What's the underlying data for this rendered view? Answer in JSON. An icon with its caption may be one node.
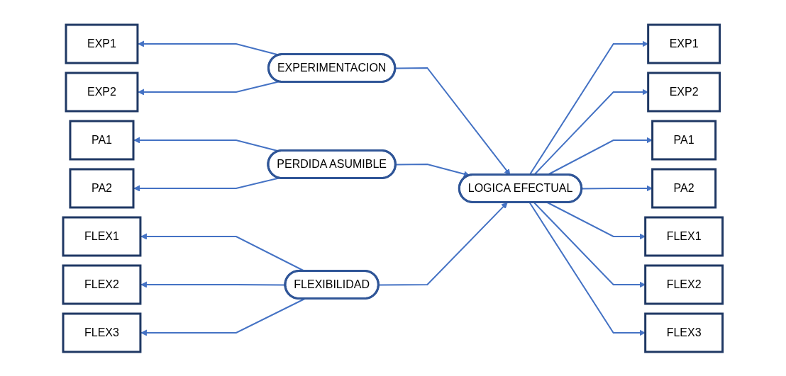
{
  "diagram": {
    "nodes": [
      {
        "text": [
          "EXP1"
        ]
      },
      {
        "text": [
          "EXP2"
        ]
      },
      {
        "text": [
          "EXPERIMENTACION"
        ]
      },
      {
        "text": [
          "PA1"
        ]
      },
      {
        "text": [
          "PA2"
        ]
      },
      {
        "text": [
          "PERDIDA ASUMIBLE"
        ]
      },
      {
        "text": [
          "FLEX1"
        ]
      },
      {
        "text": [
          "FLEX2"
        ]
      },
      {
        "text": [
          "FLEX3"
        ]
      },
      {
        "text": [
          "FLEXIBILIDAD"
        ]
      },
      {
        "text": [
          "LOGICA EFECTUAL"
        ]
      },
      {
        "text": [
          "EXP1"
        ]
      },
      {
        "text": [
          "EXP2"
        ]
      },
      {
        "text": [
          "PA1"
        ]
      },
      {
        "text": [
          "PA2"
        ]
      },
      {
        "text": [
          "FLEX1"
        ]
      },
      {
        "text": [
          "FLEX2"
        ]
      },
      {
        "text": [
          "FLEX3"
        ]
      }
    ],
    "edges": [
      {
        "from": 2,
        "to": 0,
        "arrow": "to"
      },
      {
        "from": 2,
        "to": 1,
        "arrow": "to"
      },
      {
        "from": 5,
        "to": 3,
        "arrow": "to"
      },
      {
        "from": 5,
        "to": 4,
        "arrow": "to"
      },
      {
        "from": 9,
        "to": 6,
        "arrow": "to"
      },
      {
        "from": 9,
        "to": 7,
        "arrow": "to"
      },
      {
        "from": 9,
        "to": 8,
        "arrow": "to"
      },
      {
        "from": 2,
        "to": 10,
        "arrow": "to"
      },
      {
        "from": 5,
        "to": 10,
        "arrow": "to"
      },
      {
        "from": 9,
        "to": 10,
        "arrow": "to"
      },
      {
        "from": 10,
        "to": 11,
        "arrow": "to"
      },
      {
        "from": 10,
        "to": 12,
        "arrow": "to"
      },
      {
        "from": 10,
        "to": 13,
        "arrow": "to"
      },
      {
        "from": 10,
        "to": 14,
        "arrow": "to"
      },
      {
        "from": 10,
        "to": 15,
        "arrow": "to"
      },
      {
        "from": 10,
        "to": 16,
        "arrow": "to"
      },
      {
        "from": 10,
        "to": 17,
        "arrow": "to"
      }
    ]
  }
}
